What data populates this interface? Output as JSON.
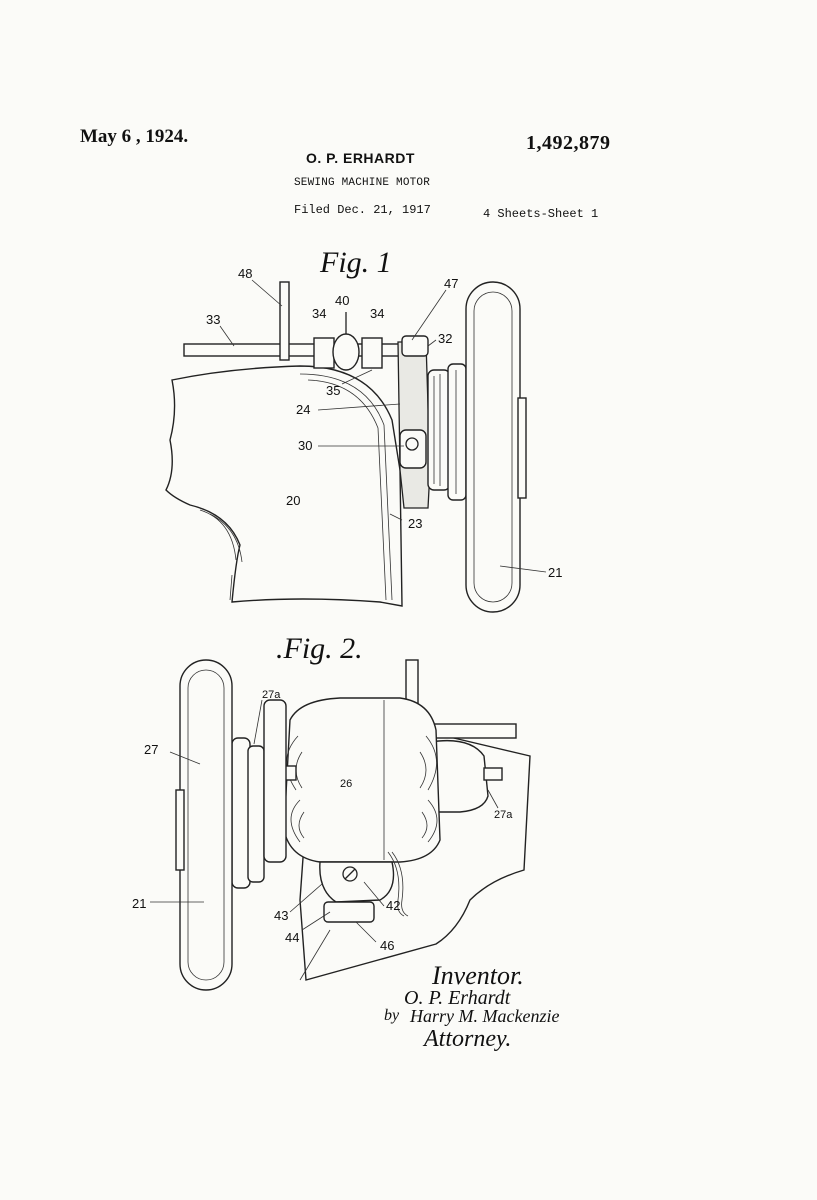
{
  "header": {
    "date": "May 6 , 1924.",
    "patent_number": "1,492,879",
    "inventor_name": "O. P. ERHARDT",
    "title": "SEWING MACHINE MOTOR",
    "filed": "Filed Dec. 21, 1917",
    "sheets": "4 Sheets-Sheet 1"
  },
  "figures": {
    "fig1": {
      "label": "Fig. 1",
      "refs": {
        "r48": "48",
        "r40": "40",
        "r47": "47",
        "r34a": "34",
        "r34b": "34",
        "r33": "33",
        "r32": "32",
        "r35": "35",
        "r24": "24",
        "r30": "30",
        "r20": "20",
        "r23": "23",
        "r21": "21"
      }
    },
    "fig2": {
      "label": ".Fig. 2.",
      "refs": {
        "r27a_top": "27a",
        "r27": "27",
        "r26": "26",
        "r27a_right": "27a",
        "r21": "21",
        "r43": "43",
        "r42": "42",
        "r44": "44",
        "r46": "46"
      }
    }
  },
  "signature": {
    "inventor_label": "Inventor.",
    "inventor_sig": "O. P. Erhardt",
    "by": "by",
    "attorney_sig": "Harry M. Mackenzie",
    "attorney_label": "Attorney."
  }
}
